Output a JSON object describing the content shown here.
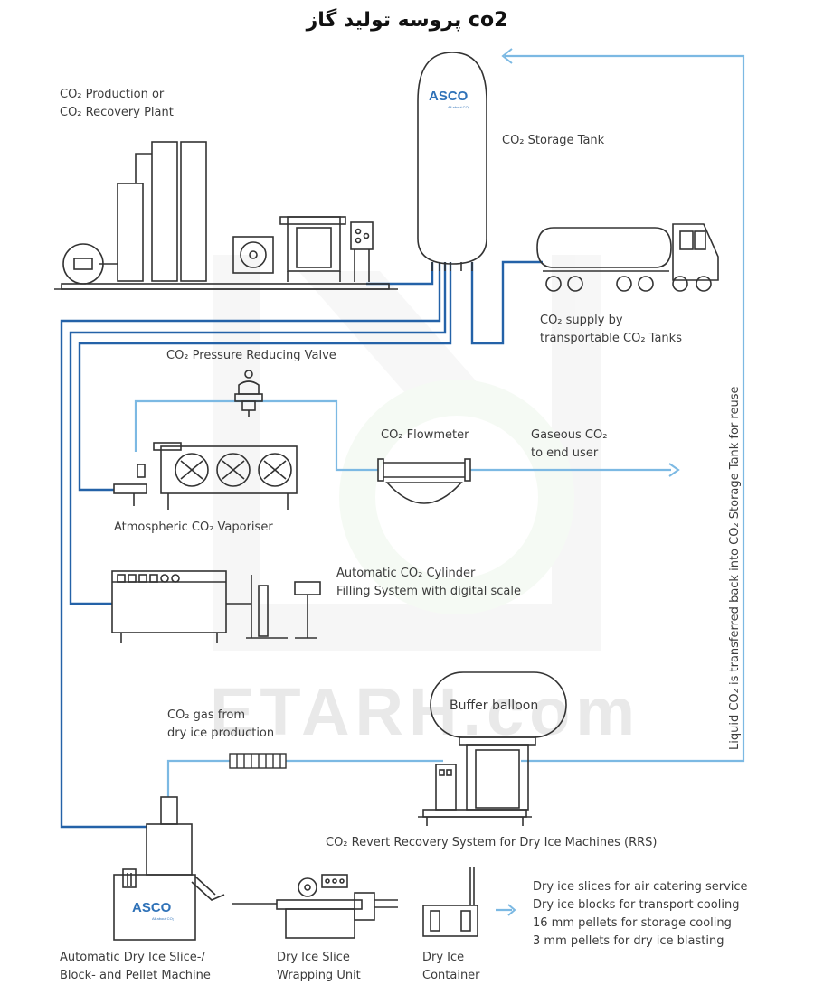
{
  "title": "پروسه تولید گاز co2",
  "watermark": "ETARH.com",
  "brand": {
    "logo": "ASCO",
    "tagline": "All about CO₂"
  },
  "labels": {
    "production_plant": [
      "CO₂ Production or",
      "CO₂ Recovery Plant"
    ],
    "storage_tank": "CO₂ Storage Tank",
    "supply_tanks": [
      "CO₂ supply by",
      "transportable CO₂ Tanks"
    ],
    "pressure_valve": "CO₂ Pressure Reducing Valve",
    "flowmeter": "CO₂ Flowmeter",
    "gaseous_end_user": [
      "Gaseous CO₂",
      "to end user"
    ],
    "vaporiser": "Atmospheric CO₂ Vaporiser",
    "cylinder_filling": [
      "Automatic CO₂ Cylinder",
      "Filling System with digital scale"
    ],
    "buffer_balloon": "Buffer balloon",
    "dry_ice_gas": [
      "CO₂ gas from",
      "dry ice production"
    ],
    "rrs": "CO₂ Revert Recovery System for Dry Ice Machines (RRS)",
    "dry_ice_machine": [
      "Automatic Dry Ice Slice-/",
      "Block- and Pellet Machine"
    ],
    "wrapping_unit": [
      "Dry Ice Slice",
      "Wrapping Unit"
    ],
    "container": [
      "Dry Ice",
      "Container"
    ],
    "liquid_return": "Liquid CO₂ is transferred back into CO₂ Storage Tank for reuse"
  },
  "outputs": [
    "Dry ice slices for air catering service",
    "Dry ice blocks for transport cooling",
    "16 mm pellets for storage cooling",
    "3 mm pellets for dry ice blasting"
  ],
  "colors": {
    "liquid_line": "#2462a8",
    "gas_line": "#7cb9e3",
    "equipment": "#333333",
    "brand": "#2f72b8"
  }
}
